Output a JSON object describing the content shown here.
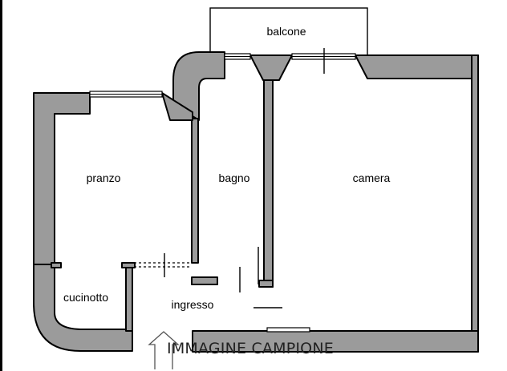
{
  "rooms": {
    "balcone": "balcone",
    "pranzo": "pranzo",
    "bagno": "bagno",
    "camera": "camera",
    "cucinotto": "cucinotto",
    "ingresso": "ingresso"
  },
  "watermark": "IMMAGINE CAMPIONE",
  "colors": {
    "wall_fill": "#9b9b9b",
    "line": "#000000",
    "background": "#ffffff"
  },
  "icons": {
    "entrance": "entrance-arrow-icon"
  }
}
